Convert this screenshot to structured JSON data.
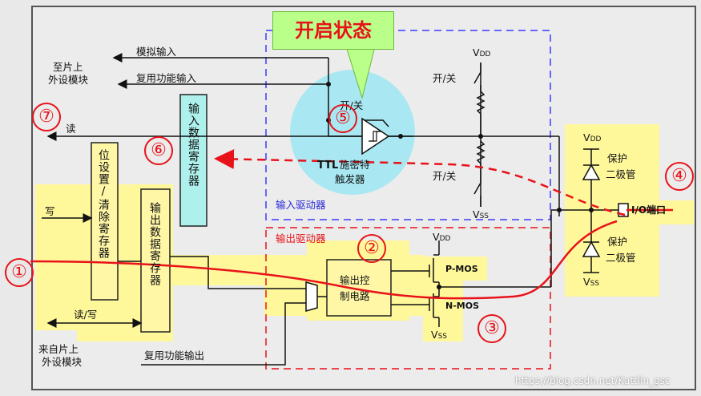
{
  "callout": "开启状态",
  "labels": {
    "to_peripheral_line1": "至片上",
    "to_peripheral_line2": "外设模块",
    "analog_input": "模拟输入",
    "alt_func_input": "复用功能输入",
    "read": "读",
    "write": "写",
    "read_write": "读/写",
    "from_peripheral_line1": "来自片上",
    "from_peripheral_line2": "外设模块",
    "alt_func_output": "复用功能输出",
    "bit_set_reset": "位设置/清除寄存器",
    "input_data_reg": "输入数据寄存器",
    "output_data_reg": "输出数据寄存器",
    "on_off_top": "开/关",
    "on_off_mid": "开/关",
    "on_off_bottom": "开/关",
    "ttl_line1_a": "TTL",
    "ttl_line1_b": "施密特",
    "ttl_line2": "触发器",
    "input_driver": "输入驱动器",
    "output_driver": "输出驱动器",
    "output_ctrl_line1": "输出控",
    "output_ctrl_line2": "制电路",
    "pmos": "P-MOS",
    "nmos": "N-MOS",
    "protect_line1": "保护",
    "protect_line2": "二极管",
    "io_pin": "I/O端口",
    "vdd_main": "V",
    "vdd_sub": "DD",
    "vss_main": "V",
    "vss_sub": "SS"
  },
  "markers": [
    "①",
    "②",
    "③",
    "④",
    "⑤",
    "⑥",
    "⑦"
  ],
  "watermark": "https://blog.csdn.net/Kattlin_gsc",
  "colors": {
    "highlight": "#fff89a",
    "register": "#fff7a6",
    "input_data_reg": "#aef0ec",
    "trigger_circle": "#a9e8f2",
    "input_driver_box": "#3b3bff",
    "output_driver_box": "#e8121a",
    "signal_path": "#e8121a",
    "callout_fill": "#b9ff8a"
  }
}
